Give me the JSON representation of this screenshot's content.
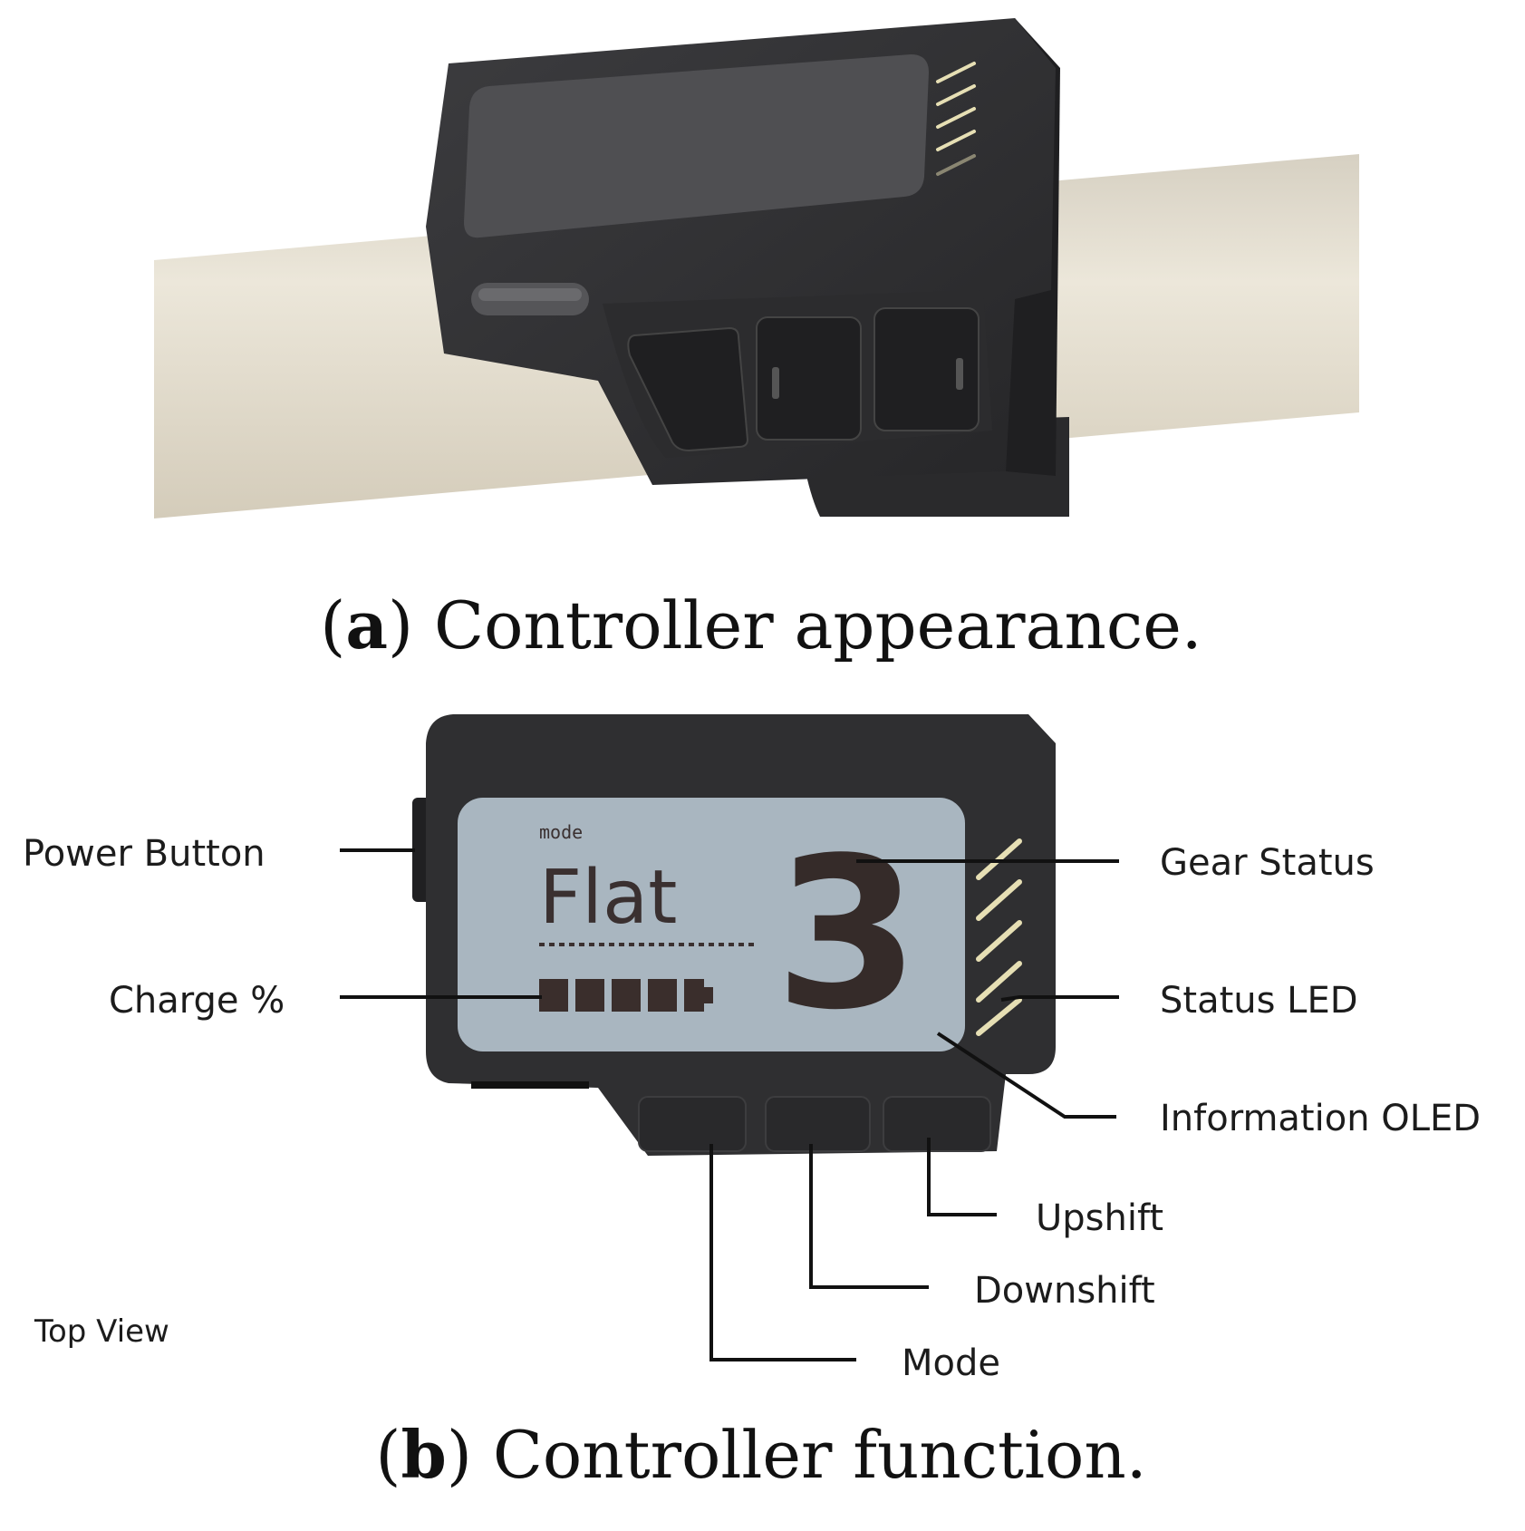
{
  "panel_a": {
    "caption_letter": "a",
    "caption_text": "Controller appearance."
  },
  "panel_b": {
    "caption_letter": "b",
    "caption_text": "Controller function.",
    "view_label": "Top View",
    "oled": {
      "mode_caption": "mode",
      "mode_value": "Flat",
      "gear_value": "3",
      "charge_level": 0.8
    },
    "callouts": {
      "power_button": "Power Button",
      "charge": "Charge %",
      "gear_status": "Gear Status",
      "status_led": "Status LED",
      "information_oled": "Information OLED",
      "upshift": "Upshift",
      "downshift": "Downshift",
      "mode": "Mode"
    }
  },
  "colors": {
    "device_body": "#2f2f31",
    "oled_screen": "#a9b6c0",
    "handlebar": "#e2dccd",
    "led_stripes": "#e6dfb4"
  }
}
